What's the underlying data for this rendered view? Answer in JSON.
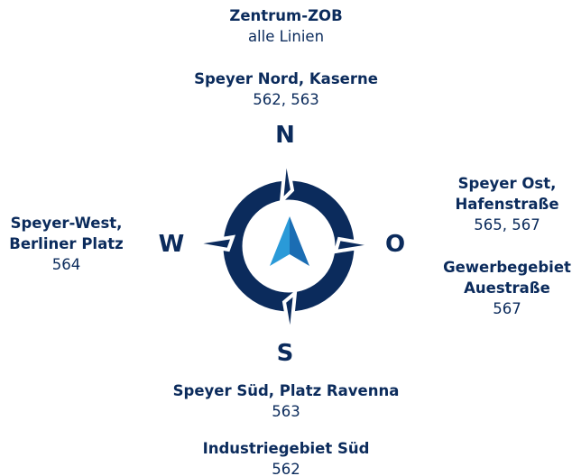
{
  "colors": {
    "navy": "#0b2b5c",
    "arrow_light": "#2a9ad8",
    "arrow_dark": "#1b6db3",
    "background": "#ffffff"
  },
  "compass": {
    "icon": "compass-icon",
    "north": "N",
    "east": "O",
    "south": "S",
    "west": "W"
  },
  "destinations": {
    "north": [
      {
        "name": [
          "Zentrum-ZOB"
        ],
        "lines": "alle Linien"
      },
      {
        "name": [
          "Speyer Nord, Kaserne"
        ],
        "lines": "562, 563"
      }
    ],
    "east": [
      {
        "name": [
          "Speyer Ost,",
          "Hafenstraße"
        ],
        "lines": "565, 567"
      },
      {
        "name": [
          "Gewerbegebiet",
          "Auestraße"
        ],
        "lines": "567"
      }
    ],
    "south": [
      {
        "name": [
          "Speyer Süd, Platz Ravenna"
        ],
        "lines": "563"
      },
      {
        "name": [
          "Industriegebiet Süd"
        ],
        "lines": "562"
      }
    ],
    "west": [
      {
        "name": [
          "Speyer-West,",
          "Berliner Platz"
        ],
        "lines": "564"
      }
    ]
  }
}
